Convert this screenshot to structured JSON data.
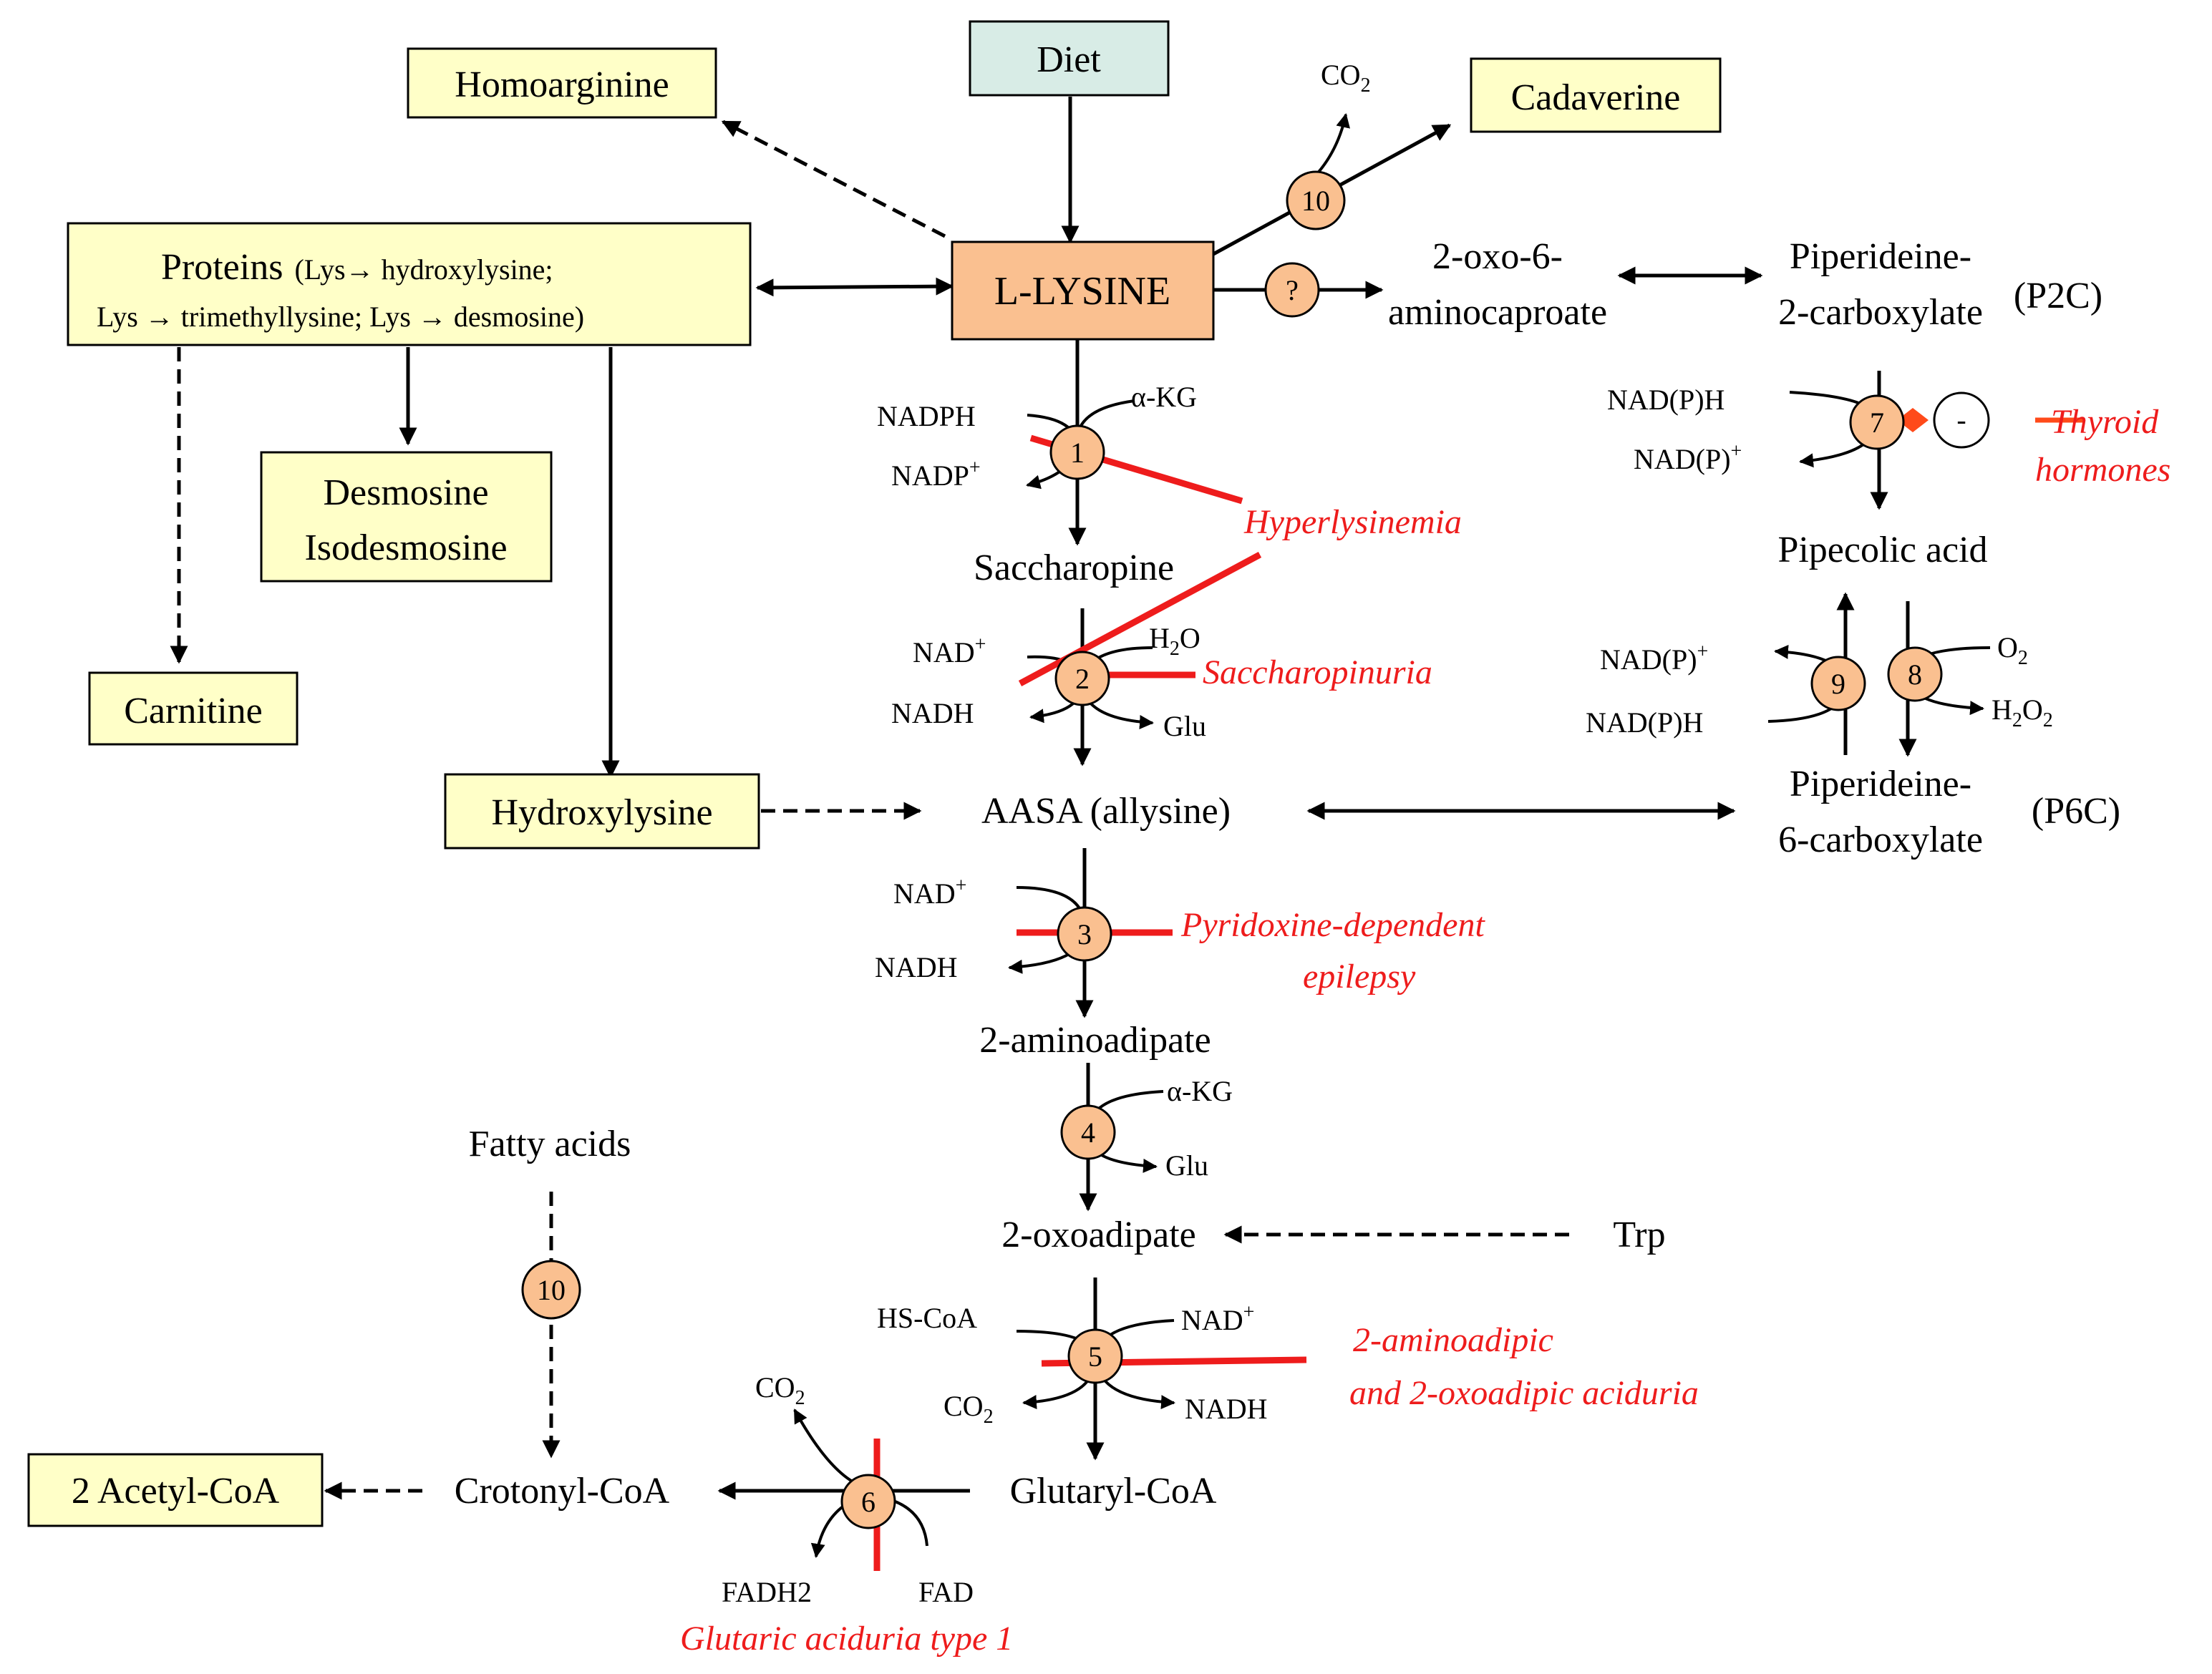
{
  "nodes": {
    "diet": "Diet",
    "homoarginine": "Homoarginine",
    "cadaverine": "Cadaverine",
    "lysine": "L-LYSINE",
    "proteins_title": "Proteins",
    "proteins_line1": "(Lys→ hydroxylysine;",
    "proteins_line2": "Lys → trimethyllysine;  Lys → desmosine)",
    "desmosine": "Desmosine",
    "isodesmosine": "Isodesmosine",
    "carnitine": "Carnitine",
    "hydroxylysine": "Hydroxylysine",
    "oxo_aminocaproate_1": "2-oxo-6-",
    "oxo_aminocaproate_2": "aminocaproate",
    "p2c_1": "Piperideine-",
    "p2c_2": "2-carboxylate",
    "p2c_abbr": "(P2C)",
    "saccharopine": "Saccharopine",
    "aasa": "AASA (allysine)",
    "pipecolic": "Pipecolic acid",
    "p6c_1": "Piperideine-",
    "p6c_2": "6-carboxylate",
    "p6c_abbr": "(P6C)",
    "aminoadipate": "2-aminoadipate",
    "oxoadipate": "2-oxoadipate",
    "trp": "Trp",
    "fatty_acids": "Fatty acids",
    "glutaryl": "Glutaryl-CoA",
    "crotonyl": "Crotonyl-CoA",
    "acetyl": "2 Acetyl-CoA"
  },
  "cofactors": {
    "co2_top": "CO",
    "co2_top_sub": "2",
    "akg_1": "α-KG",
    "nadph_1": "NADPH",
    "nadp_1": "NADP",
    "nadp_1_sup": "+",
    "nad_2": "NAD",
    "nad_2_sup": "+",
    "h2o_2_a": "H",
    "h2o_2_sub": "2",
    "h2o_2_b": "O",
    "nadh_2": "NADH",
    "glu_2": "Glu",
    "nadph_7": "NAD(P)H",
    "nadp_7": "NAD(P)",
    "nadp_7_sup": "+",
    "minus": "-",
    "nadp_9": "NAD(P)",
    "nadp_9_sup": "+",
    "nadph_9": "NAD(P)H",
    "o2_8": "O",
    "o2_8_sub": "2",
    "h2o2_8_a": "H",
    "h2o2_8_sub1": "2",
    "h2o2_8_b": "O",
    "h2o2_8_sub2": "2",
    "nad_3": "NAD",
    "nad_3_sup": "+",
    "nadh_3": "NADH",
    "akg_4": "α-KG",
    "glu_4": "Glu",
    "hscoa_5": "HS-CoA",
    "nad_5": "NAD",
    "nad_5_sup": "+",
    "co2_5": "CO",
    "co2_5_sub": "2",
    "nadh_5": "NADH",
    "co2_6": "CO",
    "co2_6_sub": "2",
    "fadh2_6": "FADH2",
    "fad_6": "FAD"
  },
  "enzymes": {
    "e1": "1",
    "e2": "2",
    "e3": "3",
    "e4": "4",
    "e5": "5",
    "e6": "6",
    "e7": "7",
    "e8": "8",
    "e9": "9",
    "e10_top": "10",
    "e10_bottom": "10",
    "unknown": "?"
  },
  "disorders": {
    "hyperlysinemia": "Hyperlysinemia",
    "saccharopinuria": "Saccharopinuria",
    "pde_1": "Pyridoxine-dependent",
    "pde_2": "epilepsy",
    "aminoadipic_1": "2-aminoadipic",
    "aminoadipic_2": "and 2-oxoadipic aciduria",
    "glutaric": "Glutaric aciduria type 1",
    "thyroid_1": "Thyroid",
    "thyroid_2": "hormones"
  },
  "colors": {
    "box_yellow": "#ffffc8",
    "box_orange": "#fac090",
    "box_green": "#d8ece6",
    "disorder_red": "#ee1c1c",
    "inhibit_orange": "#ff4a1a"
  }
}
